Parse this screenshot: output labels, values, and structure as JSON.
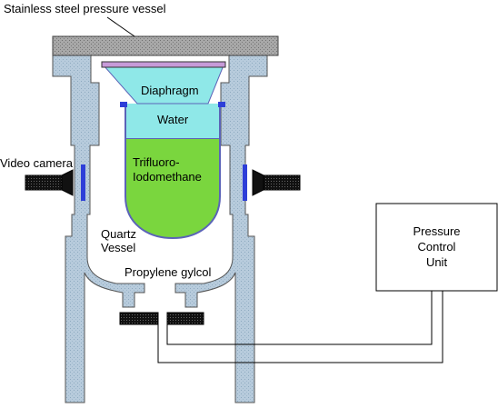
{
  "labels": {
    "vessel": "Stainless steel pressure vessel",
    "diaphragm": "Diaphragm",
    "water": "Water",
    "liquid_line1": "Trifluoro-",
    "liquid_line2": "Iodomethane",
    "video_camera": "Video camera",
    "quartz_line1": "Quartz",
    "quartz_line2": "Vessel",
    "glycol": "Propylene gylcol",
    "pcu_line1": "Pressure",
    "pcu_line2": "Control",
    "pcu_line3": "Unit"
  },
  "colors": {
    "steel": "#b7cbdc",
    "steel_dots": "#8da9bf",
    "lid": "#9c9c9c",
    "water": "#8fe8e8",
    "liquid": "#7ad63e",
    "quartz_outline": "#5b63b8",
    "window": "#2e3fd8",
    "camera": "#1a1a1a"
  }
}
